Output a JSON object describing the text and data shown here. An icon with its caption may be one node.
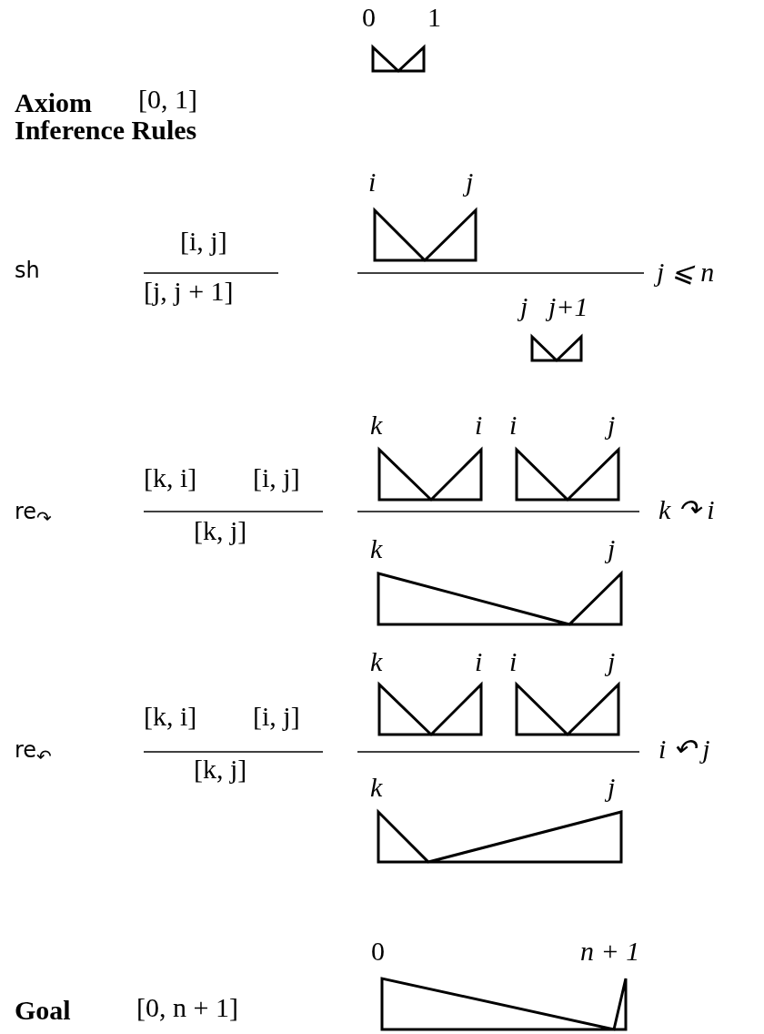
{
  "diagram": {
    "labels": [
      "0",
      "1",
      "Axiom",
      "[0, 1]",
      "Inference Rules",
      "i",
      "j",
      "sh",
      "[i, j]",
      "[j, j + 1]",
      "j ⩽ n",
      "j",
      "j+1",
      "k",
      "i",
      "i",
      "j",
      "re$_{↷}$",
      "[k, i]",
      "[i, j]",
      "[k, j]",
      "k ↷ i",
      "k",
      "j",
      "k",
      "i",
      "i",
      "j",
      "re$_{↶}$",
      "[k, i]",
      "[i, j]",
      "[k, j]",
      "i ↶ j",
      "k",
      "j",
      "0",
      "n + 1",
      "Goal",
      "[0, n + 1]"
    ]
  }
}
